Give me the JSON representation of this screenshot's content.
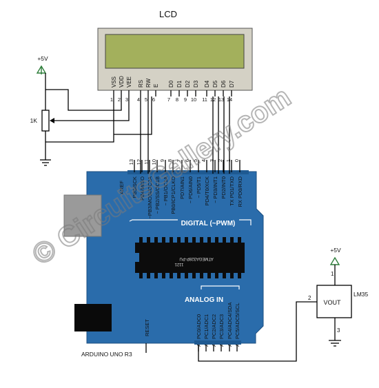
{
  "lcd": {
    "title": "LCD",
    "pins": [
      {
        "name": "VSS",
        "num": "1"
      },
      {
        "name": "VDD",
        "num": "2"
      },
      {
        "name": "VEE",
        "num": "3"
      },
      {
        "name": "RS",
        "num": "4"
      },
      {
        "name": "RW",
        "num": "5"
      },
      {
        "name": "E",
        "num": "6"
      },
      {
        "name": "D0",
        "num": "7"
      },
      {
        "name": "D1",
        "num": "8"
      },
      {
        "name": "D2",
        "num": "9"
      },
      {
        "name": "D3",
        "num": "10"
      },
      {
        "name": "D4",
        "num": "11"
      },
      {
        "name": "D5",
        "num": "12"
      },
      {
        "name": "D6",
        "num": "13"
      },
      {
        "name": "D7",
        "num": "14"
      }
    ]
  },
  "power_left": {
    "label": "+5V"
  },
  "potentiometer": {
    "label": "1K"
  },
  "arduino": {
    "name": "ARDUINO UNO R3",
    "chip_name": "ATMEGA328P-PU",
    "chip_code": "1121",
    "digital_label": "DIGITAL (~PWM)",
    "analog_label": "ANALOG IN",
    "aref": "AREF",
    "reset": "RESET",
    "digital_pins": [
      {
        "num": "13",
        "func": "PB5/SCK"
      },
      {
        "num": "12",
        "func": "PB4/MISO"
      },
      {
        "num": "11",
        "func": "~PB3/MOSI/OC2A"
      },
      {
        "num": "10",
        "func": "~ PB2/SS/OC1B"
      },
      {
        "num": "9",
        "func": "~ PB1/OC1A"
      },
      {
        "num": "8",
        "func": "PB0/ICP1/CLKO"
      },
      {
        "num": "7",
        "func": "PD7/AIN1"
      },
      {
        "num": "6",
        "func": "~ PD6/AIN0"
      },
      {
        "num": "5",
        "func": "~ PD5/T1"
      },
      {
        "num": "4",
        "func": "PD4/T0/XCK"
      },
      {
        "num": "3",
        "func": "~ PD3/INT1"
      },
      {
        "num": "2",
        "func": "PD2/INT0"
      },
      {
        "num": "1",
        "func": "TX PD1/TXD"
      },
      {
        "num": "0",
        "func": "RX PD0/RXD"
      }
    ],
    "analog_pins": [
      {
        "num": "A0",
        "func": "PC0/ADC0"
      },
      {
        "num": "A1",
        "func": "PC1/ADC1"
      },
      {
        "num": "A2",
        "func": "PC2/ADC2"
      },
      {
        "num": "A3",
        "func": "PC3/ADC3"
      },
      {
        "num": "A4",
        "func": "PC4/ADC4/SDA"
      },
      {
        "num": "A5",
        "func": "PC5/ADC5/SCL"
      }
    ]
  },
  "sensor": {
    "name": "LM35",
    "pin_label": "VOUT",
    "power": "+5V",
    "pin1": "1",
    "pin2": "2",
    "pin3": "3"
  },
  "watermark": "© CircuitsGallery.com",
  "colors": {
    "board": "#2a6cab",
    "lcd_frame": "#d4d1c5",
    "lcd_screen": "#a3b05c",
    "chip": "#0c0c0c",
    "power_arrow": "#2d7d3a",
    "watermark": "#7a7a7a"
  }
}
